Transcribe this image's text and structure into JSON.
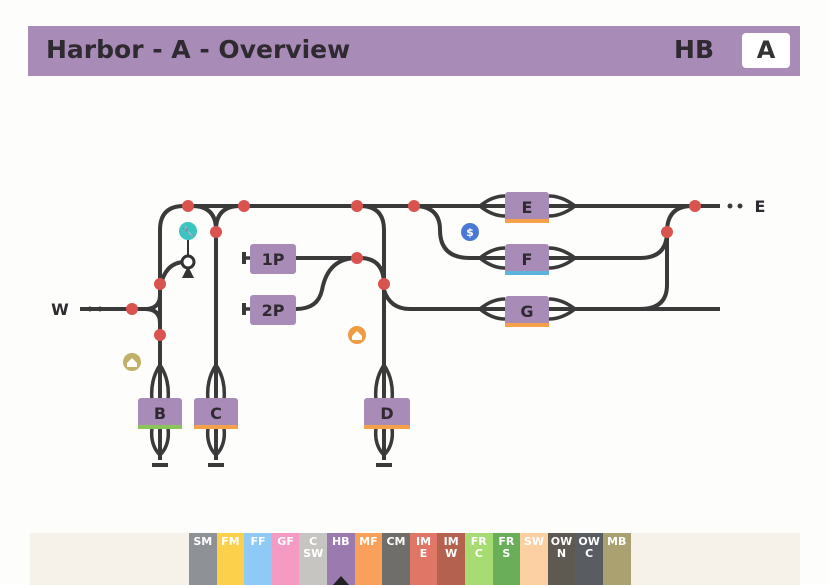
{
  "header": {
    "title": "Harbor - A - Overview",
    "line_code": "HB",
    "section": "A"
  },
  "diagram": {
    "boxes": [
      {
        "id": "B",
        "accent": "#8bc55a"
      },
      {
        "id": "C",
        "accent": "#f5a14a"
      },
      {
        "id": "D",
        "accent": "#f5a14a"
      },
      {
        "id": "E",
        "accent": "#f5a14a"
      },
      {
        "id": "F",
        "accent": "#5cb3dd"
      },
      {
        "id": "G",
        "accent": "#f5a14a"
      },
      {
        "id": "1P",
        "accent": ""
      },
      {
        "id": "2P",
        "accent": ""
      }
    ],
    "west_label": "W",
    "east_label": "E",
    "icons": [
      "wrench-icon",
      "signal-icon",
      "dollar-icon",
      "home-icon",
      "home-icon"
    ]
  },
  "colors": {
    "track": "#3a3a3a",
    "node": "#d9534f",
    "box": "#a98bb8"
  },
  "tabs": [
    {
      "label": "SM",
      "color": "#8e9196"
    },
    {
      "label": "FM",
      "color": "#fcd04b"
    },
    {
      "label": "FF",
      "color": "#8fcaf7"
    },
    {
      "label": "GF",
      "color": "#f59bc3"
    },
    {
      "label": "C SW",
      "color": "#c7c5c1"
    },
    {
      "label": "HB",
      "color": "#9b7ab0",
      "active": true
    },
    {
      "label": "MF",
      "color": "#f9a05a"
    },
    {
      "label": "CM",
      "color": "#6f6e6b"
    },
    {
      "label": "IM E",
      "color": "#df7666"
    },
    {
      "label": "IM W",
      "color": "#b4624f"
    },
    {
      "label": "FR C",
      "color": "#a7dc72"
    },
    {
      "label": "FR S",
      "color": "#6aae5a"
    },
    {
      "label": "SW",
      "color": "#fcd0a3"
    },
    {
      "label": "OW N",
      "color": "#5e5a52"
    },
    {
      "label": "OW C",
      "color": "#595d62"
    },
    {
      "label": "MB",
      "color": "#aaa070"
    }
  ]
}
